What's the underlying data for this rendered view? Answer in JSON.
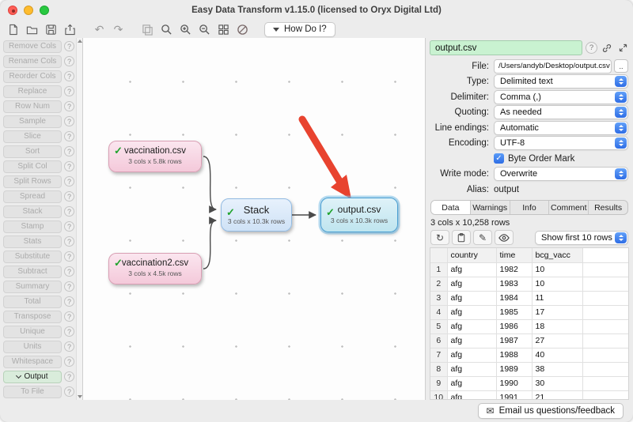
{
  "window": {
    "title": "Easy Data Transform v1.15.0 (licensed to Oryx Digital Ltd)"
  },
  "toolbar": {
    "how_do_i_label": "How Do I?"
  },
  "sidebar": {
    "items": [
      {
        "label": "Remove Cols",
        "selected": false
      },
      {
        "label": "Rename Cols",
        "selected": false
      },
      {
        "label": "Reorder Cols",
        "selected": false
      },
      {
        "label": "Replace",
        "selected": false
      },
      {
        "label": "Row Num",
        "selected": false
      },
      {
        "label": "Sample",
        "selected": false
      },
      {
        "label": "Slice",
        "selected": false
      },
      {
        "label": "Sort",
        "selected": false
      },
      {
        "label": "Split Col",
        "selected": false
      },
      {
        "label": "Split Rows",
        "selected": false
      },
      {
        "label": "Spread",
        "selected": false
      },
      {
        "label": "Stack",
        "selected": false
      },
      {
        "label": "Stamp",
        "selected": false
      },
      {
        "label": "Stats",
        "selected": false
      },
      {
        "label": "Substitute",
        "selected": false
      },
      {
        "label": "Subtract",
        "selected": false
      },
      {
        "label": "Summary",
        "selected": false
      },
      {
        "label": "Total",
        "selected": false
      },
      {
        "label": "Transpose",
        "selected": false
      },
      {
        "label": "Unique",
        "selected": false
      },
      {
        "label": "Units",
        "selected": false
      },
      {
        "label": "Whitespace",
        "selected": false
      },
      {
        "label": "Output",
        "selected": true
      },
      {
        "label": "To File",
        "selected": false
      }
    ]
  },
  "canvas": {
    "nodes": [
      {
        "title": "vaccination.csv",
        "subtitle": "3 cols x 5.8k rows"
      },
      {
        "title": "vaccination2.csv",
        "subtitle": "3 cols x 4.5k rows"
      },
      {
        "title": "Stack",
        "subtitle": "3 cols x 10.3k rows"
      },
      {
        "title": "output.csv",
        "subtitle": "3 cols x 10.3k rows"
      }
    ]
  },
  "inspector": {
    "filename": "output.csv",
    "rows": [
      {
        "label": "File:",
        "value": "/Users/andyb/Desktop/output.csv",
        "kind": "file",
        "button": ".."
      },
      {
        "label": "Type:",
        "value": "Delimited text",
        "kind": "select"
      },
      {
        "label": "Delimiter:",
        "value": "Comma (,)",
        "kind": "select"
      },
      {
        "label": "Quoting:",
        "value": "As needed",
        "kind": "select"
      },
      {
        "label": "Line endings:",
        "value": "Automatic",
        "kind": "select"
      },
      {
        "label": "Encoding:",
        "value": "UTF-8",
        "kind": "select"
      },
      {
        "label": "",
        "value": "Byte Order Mark",
        "kind": "checkbox",
        "checked": true
      },
      {
        "label": "Write mode:",
        "value": "Overwrite",
        "kind": "select"
      },
      {
        "label": "Alias:",
        "value": "output",
        "kind": "text"
      }
    ],
    "tabs": [
      {
        "label": "Data",
        "active": true
      },
      {
        "label": "Warnings",
        "active": false
      },
      {
        "label": "Info",
        "active": false
      },
      {
        "label": "Comment",
        "active": false
      },
      {
        "label": "Results",
        "active": false
      }
    ],
    "summary": "3 cols x 10,258 rows",
    "show_rows": "Show first 10 rows",
    "table": {
      "columns": [
        "country",
        "time",
        "bcg_vacc"
      ],
      "rows": [
        [
          "1",
          "afg",
          "1982",
          "10"
        ],
        [
          "2",
          "afg",
          "1983",
          "10"
        ],
        [
          "3",
          "afg",
          "1984",
          "11"
        ],
        [
          "4",
          "afg",
          "1985",
          "17"
        ],
        [
          "5",
          "afg",
          "1986",
          "18"
        ],
        [
          "6",
          "afg",
          "1987",
          "27"
        ],
        [
          "7",
          "afg",
          "1988",
          "40"
        ],
        [
          "8",
          "afg",
          "1989",
          "38"
        ],
        [
          "9",
          "afg",
          "1990",
          "30"
        ],
        [
          "10",
          "afg",
          "1991",
          "21"
        ]
      ]
    }
  },
  "footer": {
    "email_label": "Email us questions/feedback"
  }
}
